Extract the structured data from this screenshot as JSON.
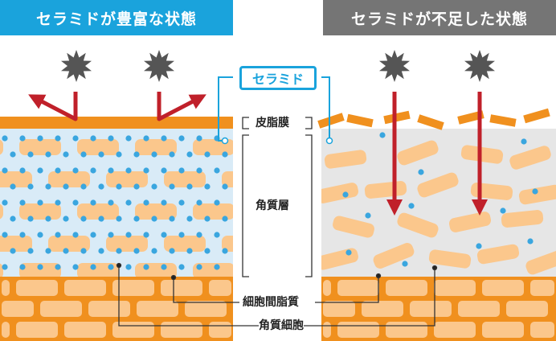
{
  "headers": {
    "left": "セラミドが豊富な状態",
    "right": "セラミドが不足した状態"
  },
  "labels": {
    "ceramide": "セラミド",
    "sebum_film": "皮脂膜",
    "stratum_corneum": "角質層",
    "intercellular_lipid": "細胞間脂質",
    "corneocyte": "角質細胞"
  },
  "colors": {
    "left_header_bg": "#1aa3dc",
    "right_header_bg": "#757575",
    "sebum": "#f0901e",
    "cell_fill": "#fbc78c",
    "ceramide_dot": "#3aa6df",
    "left_layer_bg": "#d9ebf7",
    "right_layer_bg": "#e6e6e6",
    "arrow": "#c0202a",
    "irritant_star": "#555555"
  },
  "icons": {
    "irritant": "spiky-star-icon",
    "deflect": "deflect-arrow-icon",
    "penetrate": "down-arrow-icon"
  }
}
